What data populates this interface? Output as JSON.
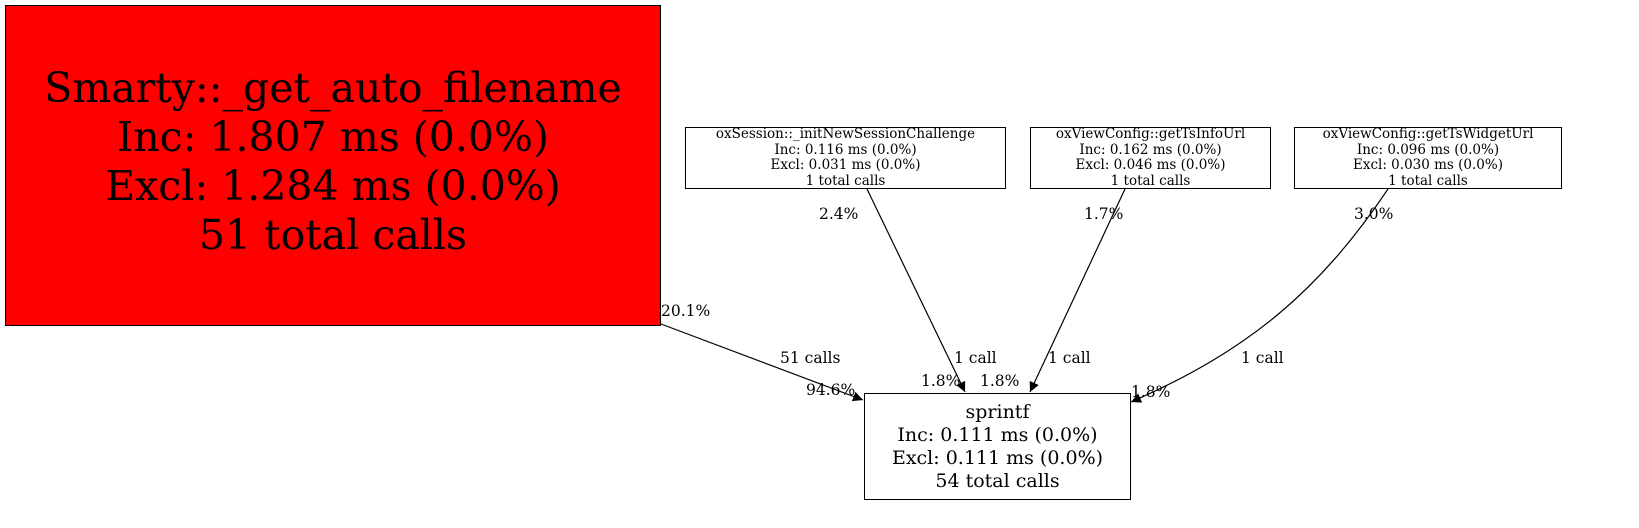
{
  "nodes": {
    "smarty": {
      "name": "Smarty::_get_auto_filename",
      "inc": "Inc: 1.807 ms (0.0%)",
      "excl": "Excl: 1.284 ms (0.0%)",
      "calls": "51 total calls",
      "fill": "#ff0000"
    },
    "session": {
      "name": "oxSession::_initNewSessionChallenge",
      "inc": "Inc: 0.116 ms (0.0%)",
      "excl": "Excl: 0.031 ms (0.0%)",
      "calls": "1 total calls"
    },
    "info": {
      "name": "oxViewConfig::getTsInfoUrl",
      "inc": "Inc: 0.162 ms (0.0%)",
      "excl": "Excl: 0.046 ms (0.0%)",
      "calls": "1 total calls"
    },
    "widget": {
      "name": "oxViewConfig::getTsWidgetUrl",
      "inc": "Inc: 0.096 ms (0.0%)",
      "excl": "Excl: 0.030 ms (0.0%)",
      "calls": "1 total calls"
    },
    "sprintf": {
      "name": "sprintf",
      "inc": "Inc: 0.111 ms (0.0%)",
      "excl": "Excl: 0.111 ms (0.0%)",
      "calls": "54 total calls"
    }
  },
  "edges": [
    {
      "from": "smarty",
      "to": "sprintf",
      "tail_label": "20.1%",
      "calls_label": "51 calls",
      "head_label": "94.6%"
    },
    {
      "from": "session",
      "to": "sprintf",
      "tail_label": "2.4%",
      "calls_label": "1 call",
      "head_label": "1.8%"
    },
    {
      "from": "info",
      "to": "sprintf",
      "tail_label": "1.7%",
      "calls_label": "1 call",
      "head_label": "1.8%"
    },
    {
      "from": "widget",
      "to": "sprintf",
      "tail_label": "3.0%",
      "calls_label": "1 call",
      "head_label": "1.8%"
    }
  ]
}
